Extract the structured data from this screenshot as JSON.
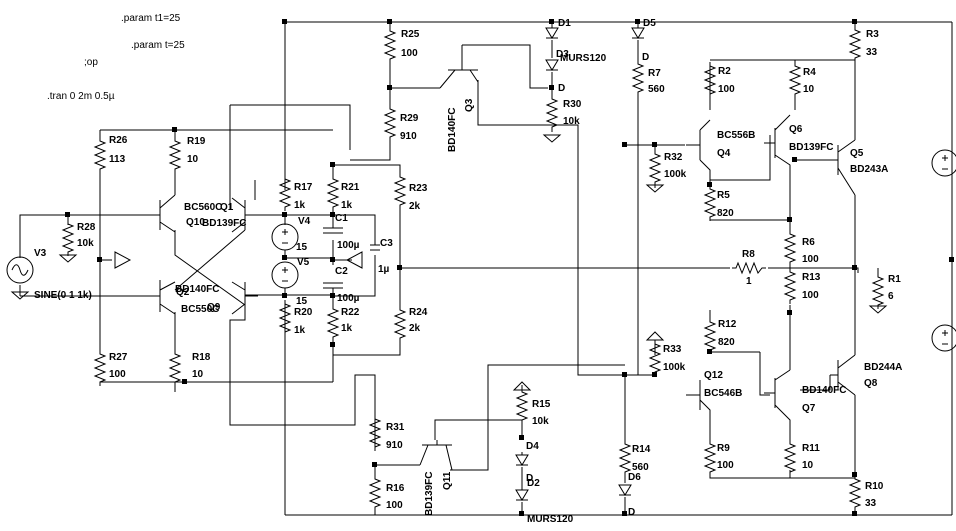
{
  "directives": {
    "param_t1": ".param t1=25",
    "param_t": ".param t=25",
    "op": ";op",
    "tran": ".tran 0 2m 0.5µ"
  },
  "sources": {
    "v3_name": "V3",
    "v3_value": "SINE(0 1 1k)",
    "v4_name": "V4",
    "v4_value": "15",
    "v5_name": "V5",
    "v5_value": "15"
  },
  "resistors": {
    "r1": {
      "name": "R1",
      "value": "6"
    },
    "r2": {
      "name": "R2",
      "value": "100"
    },
    "r3": {
      "name": "R3",
      "value": "33"
    },
    "r4": {
      "name": "R4",
      "value": "10"
    },
    "r5": {
      "name": "R5",
      "value": "820"
    },
    "r6": {
      "name": "R6",
      "value": "100"
    },
    "r7": {
      "name": "R7",
      "value": "560"
    },
    "r8": {
      "name": "R8",
      "value": "1"
    },
    "r9": {
      "name": "R9",
      "value": "100"
    },
    "r10": {
      "name": "R10",
      "value": "33"
    },
    "r11": {
      "name": "R11",
      "value": "10"
    },
    "r12": {
      "name": "R12",
      "value": "820"
    },
    "r13": {
      "name": "R13",
      "value": "100"
    },
    "r14": {
      "name": "R14",
      "value": "560"
    },
    "r15": {
      "name": "R15",
      "value": "10k"
    },
    "r16": {
      "name": "R16",
      "value": "100"
    },
    "r17": {
      "name": "R17",
      "value": "1k"
    },
    "r18": {
      "name": "R18",
      "value": "10"
    },
    "r19": {
      "name": "R19",
      "value": "10"
    },
    "r20": {
      "name": "R20",
      "value": "1k"
    },
    "r21": {
      "name": "R21",
      "value": "1k"
    },
    "r22": {
      "name": "R22",
      "value": "1k"
    },
    "r23": {
      "name": "R23",
      "value": "2k"
    },
    "r24": {
      "name": "R24",
      "value": "2k"
    },
    "r25": {
      "name": "R25",
      "value": "100"
    },
    "r26": {
      "name": "R26",
      "value": "113"
    },
    "r27": {
      "name": "R27",
      "value": "100"
    },
    "r28": {
      "name": "R28",
      "value": "10k"
    },
    "r29": {
      "name": "R29",
      "value": "910"
    },
    "r30": {
      "name": "R30",
      "value": "10k"
    },
    "r31": {
      "name": "R31",
      "value": "910"
    },
    "r32": {
      "name": "R32",
      "value": "100k"
    },
    "r33": {
      "name": "R33",
      "value": "100k"
    }
  },
  "capacitors": {
    "c1": {
      "name": "C1",
      "value": "100µ"
    },
    "c2": {
      "name": "C2",
      "value": "100µ"
    },
    "c3": {
      "name": "C3",
      "value": "1µ"
    }
  },
  "diodes": {
    "d1": "D1",
    "d2": "D2",
    "d3": "D3",
    "d4": "D4",
    "d5": "D5",
    "d6": "D6",
    "d_model": "D",
    "murs_model": "MURS120"
  },
  "transistors": {
    "q1": {
      "name": "Q1",
      "model": "BC560C"
    },
    "q2": {
      "name": "Q2",
      "model": "BC550C"
    },
    "q3": {
      "name": "Q3",
      "model": "BD140FC"
    },
    "q4": {
      "name": "Q4",
      "model": "BC556B"
    },
    "q5": {
      "name": "Q5",
      "model": "BD243A"
    },
    "q6": {
      "name": "Q6",
      "model": "BD139FC"
    },
    "q7": {
      "name": "Q7",
      "model": "BD140FC"
    },
    "q8": {
      "name": "Q8",
      "model": "BD244A"
    },
    "q9": {
      "name": "Q9",
      "model": "BD140FC"
    },
    "q10": {
      "name": "Q10",
      "model": "BD139FC"
    },
    "q11": {
      "name": "Q11",
      "model": "BD139FC"
    },
    "q12": {
      "name": "Q12",
      "model": "BC546B"
    }
  }
}
